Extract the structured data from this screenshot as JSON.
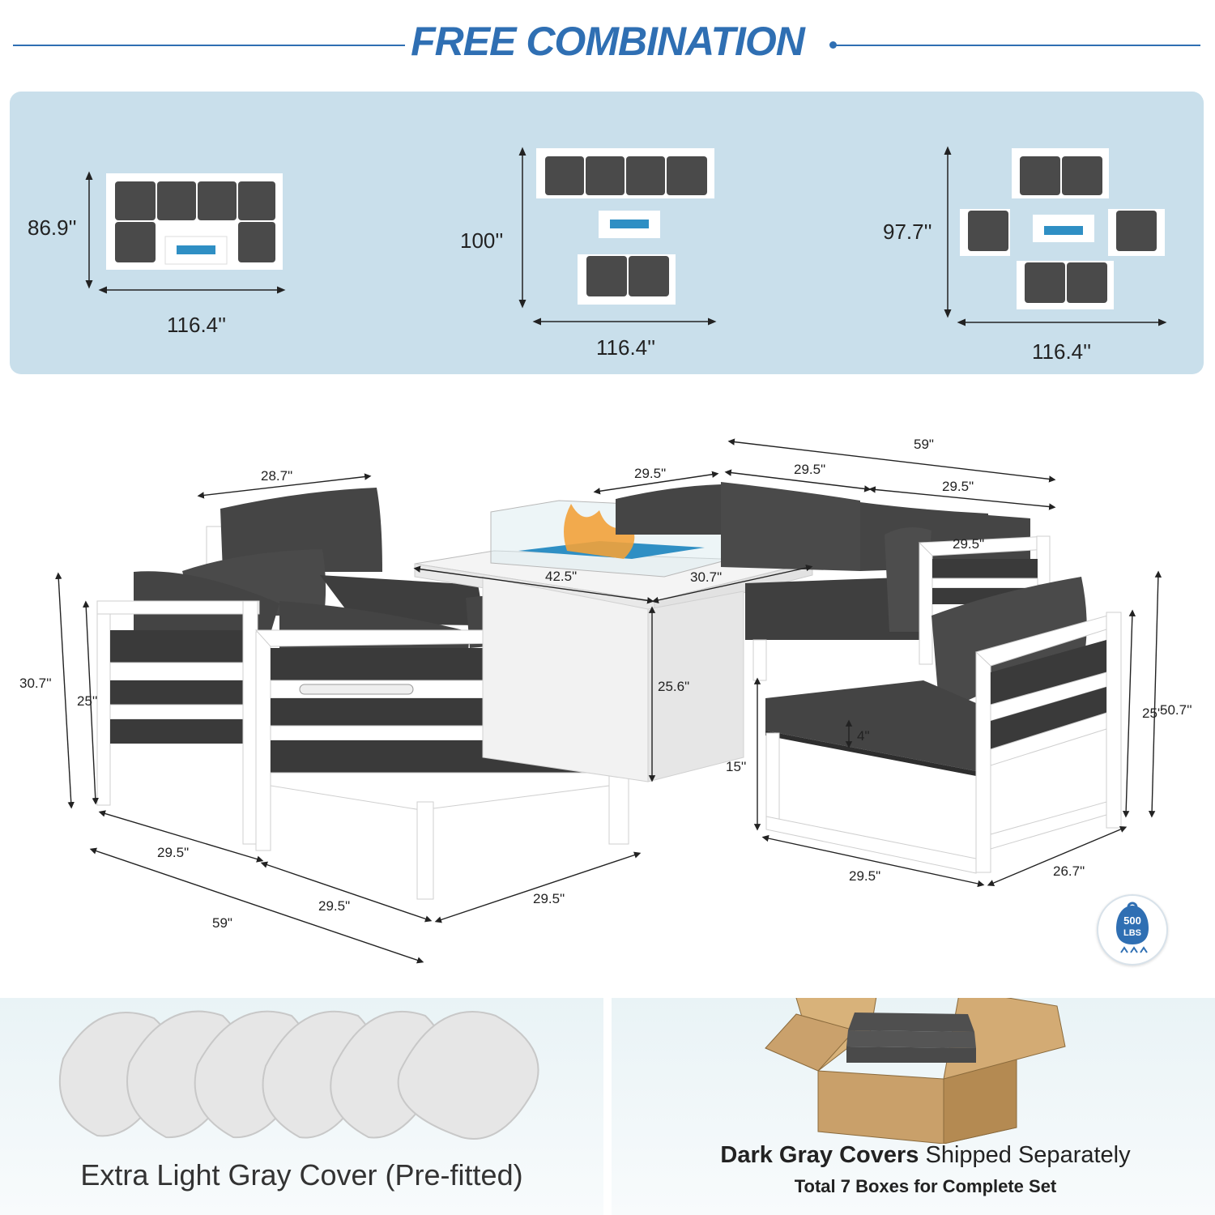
{
  "header": {
    "title": "FREE COMBINATION"
  },
  "layouts": [
    {
      "height": "86.9''",
      "width": "116.4''"
    },
    {
      "height": "100''",
      "width": "116.4''"
    },
    {
      "height": "97.7''",
      "width": "116.4''"
    }
  ],
  "dimensions": {
    "top_total": "59\"",
    "top_a": "29.5\"",
    "top_b": "29.5\"",
    "top_c": "29.5\"",
    "top_d": "29.5\"",
    "left_chair_depth": "28.7\"",
    "table_length": "42.5\"",
    "table_width": "30.7\"",
    "table_height": "25.6\"",
    "seat_clearance": "15''",
    "cushion_thickness": "4\"",
    "left_total_height": "30.7''",
    "left_seat_height": "25''",
    "right_seat_height": "25''",
    "right_total_height": "50.7''",
    "bottom_left_a": "29.5\"",
    "bottom_left_b": "29.5\"",
    "bottom_left_total": "59\"",
    "bottom_mid": "29.5\"",
    "right_chair_width": "29.5\"",
    "right_chair_depth": "26.7\""
  },
  "badge": {
    "value": "500",
    "unit": "LBS",
    "icon": "weight-capacity-icon"
  },
  "covers": {
    "extra_label": "Extra Light Gray Cover (Pre-fitted)",
    "dark_bold": "Dark Gray Covers",
    "dark_rest": " Shipped Separately",
    "boxes_label": "Total 7 Boxes for Complete Set"
  },
  "colors": {
    "accent": "#2f6fb3",
    "panel": "#c9dfeb",
    "cushion": "#4a4a4a",
    "frame": "#ffffff",
    "fire": "#2f8fc4"
  }
}
